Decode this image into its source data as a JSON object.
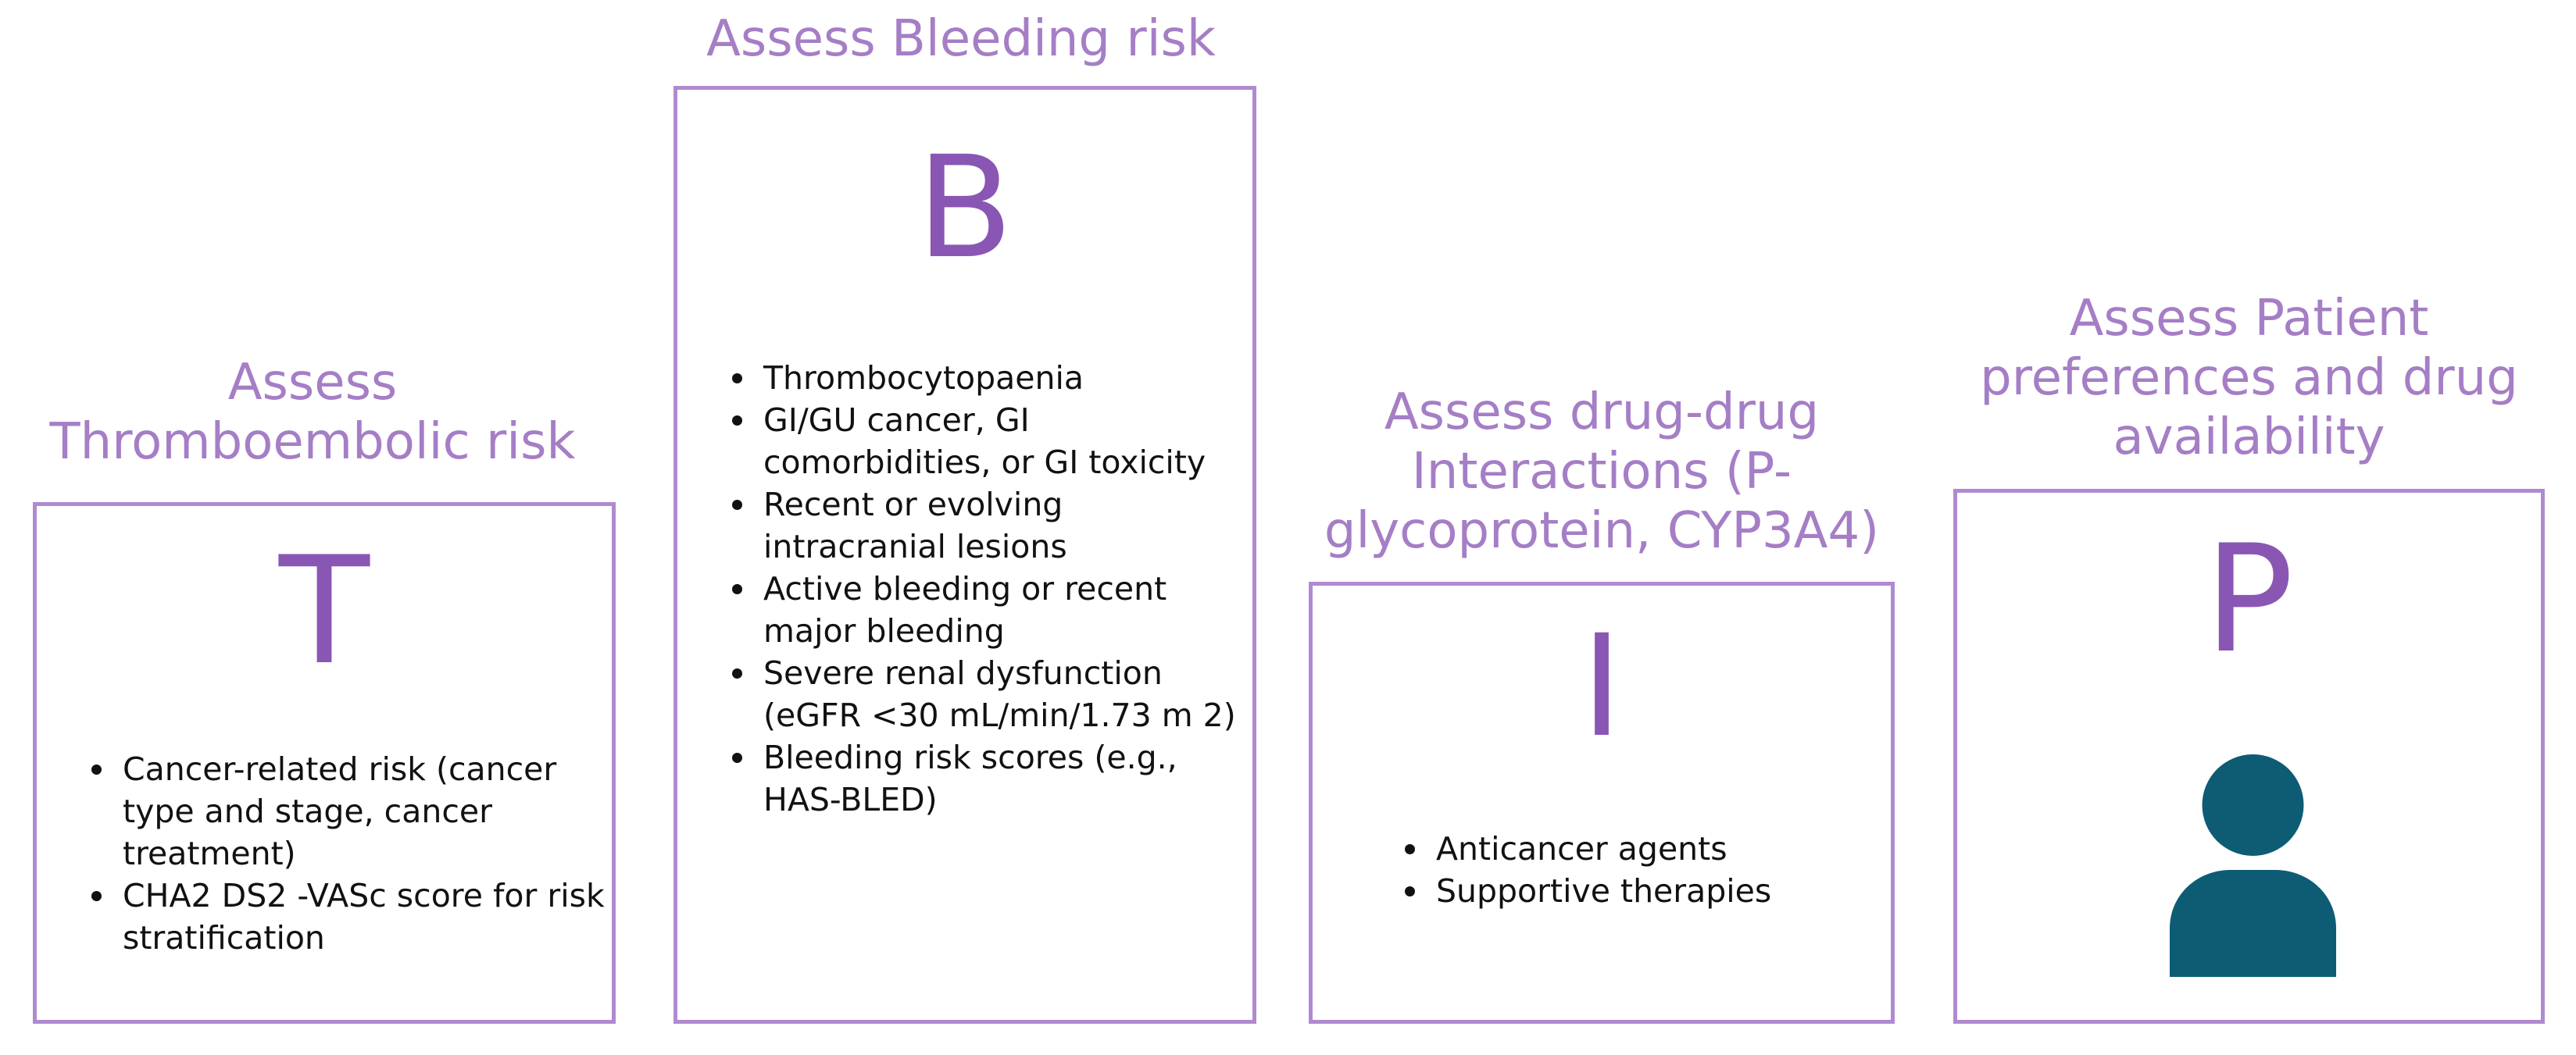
{
  "colors": {
    "heading": "#a57ec6",
    "border": "#b08ad0",
    "letter": "#8a56b4",
    "icon": "#0d5c74",
    "text": "#111111"
  },
  "panels": [
    {
      "heading": [
        "Assess",
        "Thromboembolic risk"
      ],
      "letter": "T",
      "points": [
        "Cancer-related risk (cancer type and stage, cancer treatment)",
        "CHA2 DS2 -VASc score for risk stratification"
      ]
    },
    {
      "heading": [
        "Assess Bleeding risk"
      ],
      "letter": "B",
      "points": [
        "Thrombocytopaenia",
        "GI/GU cancer, GI comorbidities, or GI toxicity",
        "Recent or evolving intracranial lesions",
        "Active bleeding or recent major bleeding",
        "Severe renal dysfunction (eGFR <30 mL/min/1.73 m 2)",
        " Bleeding risk scores (e.g., HAS-BLED)"
      ]
    },
    {
      "heading": [
        "Assess drug-drug",
        "Interactions (P-",
        "glycoprotein, CYP3A4)"
      ],
      "letter": "I",
      "points": [
        "Anticancer agents",
        "Supportive therapies"
      ]
    },
    {
      "heading": [
        "Assess Patient",
        "preferences and drug",
        "availability"
      ],
      "letter": "P",
      "icon": "person-icon"
    }
  ]
}
